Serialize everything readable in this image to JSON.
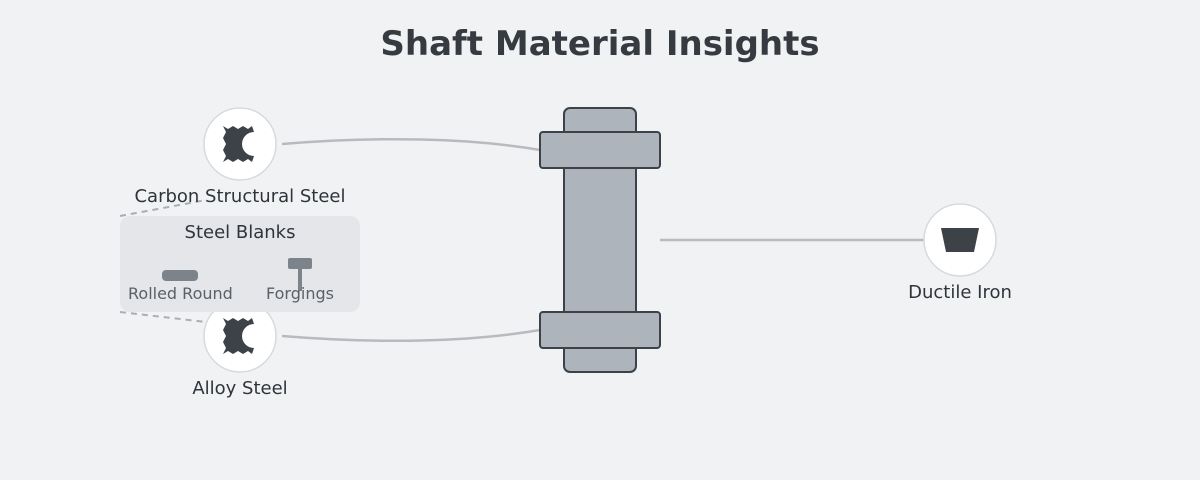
{
  "title": "Shaft Material Insights",
  "nodes": {
    "carbon": {
      "label": "Carbon Structural Steel",
      "icon": "steel-bar-icon"
    },
    "alloy": {
      "label": "Alloy Steel",
      "icon": "steel-bar-icon"
    },
    "ductile": {
      "label": "Ductile Iron",
      "icon": "casting-cup-icon"
    }
  },
  "callout": {
    "title": "Steel Blanks",
    "items": [
      {
        "label": "Rolled Round",
        "icon": "rolled-round-icon"
      },
      {
        "label": "Forgings",
        "icon": "forging-icon"
      }
    ]
  },
  "colors": {
    "background": "#f1f2f4",
    "shaft_fill": "#aeb4bb",
    "shaft_stroke": "#3d4249",
    "icon_dark": "#3d4249",
    "connector": "#b7bbc0",
    "callout_bg": "#e4e6e9"
  }
}
